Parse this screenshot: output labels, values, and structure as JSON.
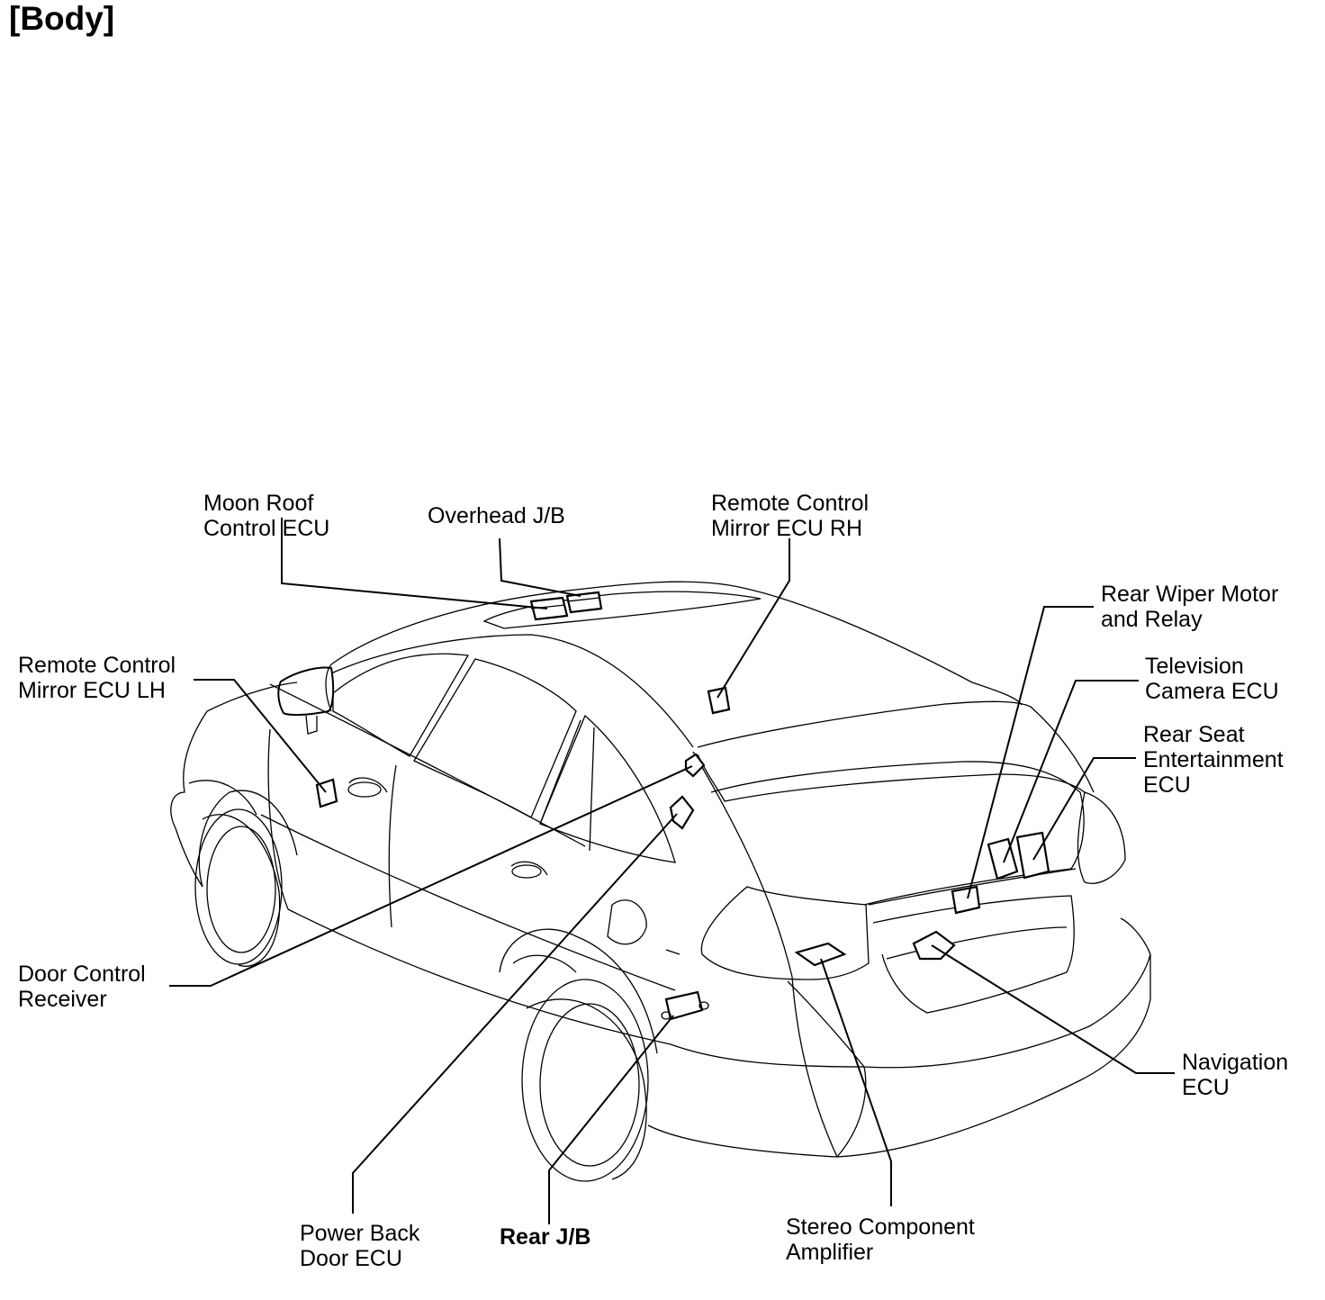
{
  "title": "[Body]",
  "labels": {
    "moon_roof": [
      "Moon Roof",
      "Control ECU"
    ],
    "overhead_jb": [
      "Overhead J/B"
    ],
    "mirror_rh": [
      "Remote Control",
      "Mirror ECU RH"
    ],
    "rear_wiper": [
      "Rear Wiper Motor",
      "and Relay"
    ],
    "tv_camera": [
      "Television",
      "Camera ECU"
    ],
    "rear_seat_ent": [
      "Rear Seat",
      "Entertainment",
      "ECU"
    ],
    "mirror_lh": [
      "Remote Control",
      "Mirror ECU LH"
    ],
    "door_control": [
      "Door Control",
      "Receiver"
    ],
    "navigation": [
      "Navigation",
      "ECU"
    ],
    "power_back_door": [
      "Power Back",
      "Door ECU"
    ],
    "rear_jb": [
      "Rear J/B"
    ],
    "stereo_amp": [
      "Stereo Component",
      "Amplifier"
    ]
  }
}
